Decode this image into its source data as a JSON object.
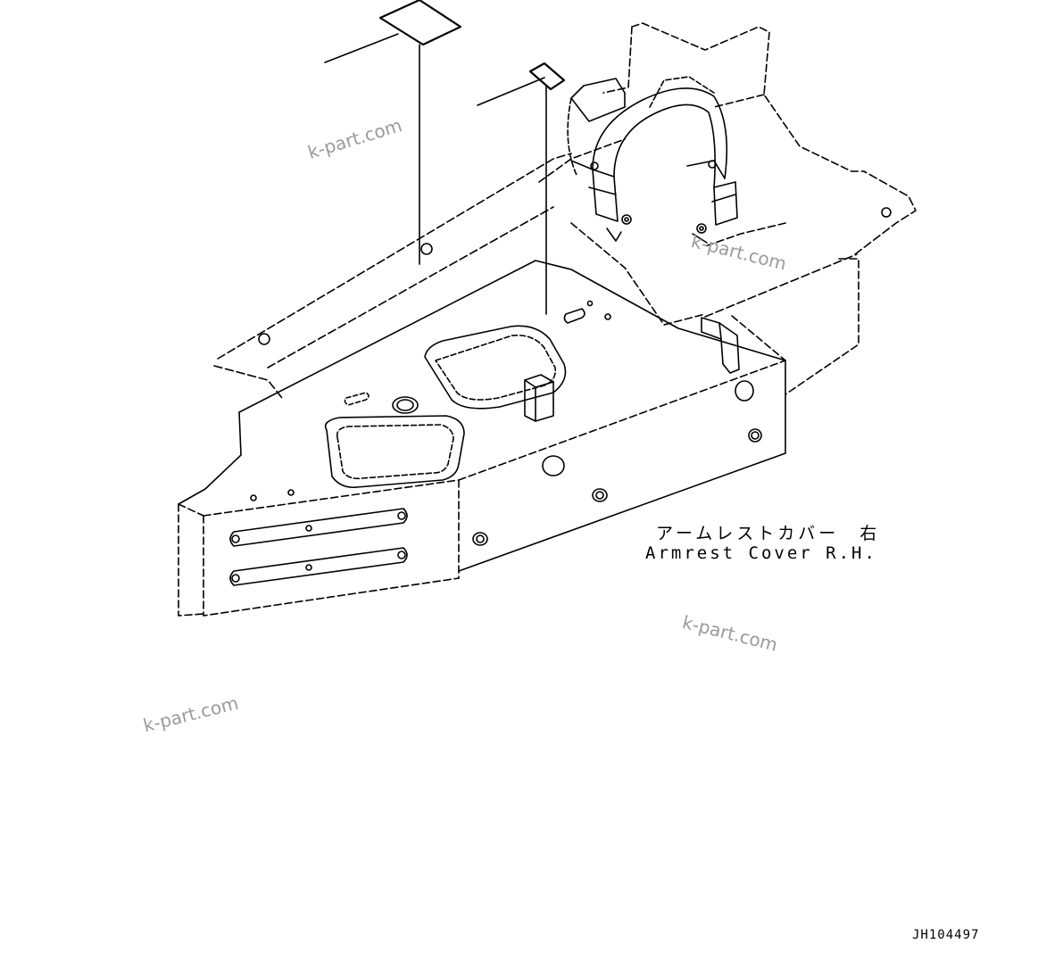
{
  "callout": {
    "label_ja": "アームレストカバー　右",
    "label_en": "Armrest Cover R.H."
  },
  "drawing_id": "JH104497",
  "watermarks": [
    "k-part.com",
    "k-part.com",
    "k-part.com",
    "k-part.com"
  ],
  "colors": {
    "line": "#000000",
    "watermark": "#9a9a9a",
    "background": "#ffffff"
  }
}
